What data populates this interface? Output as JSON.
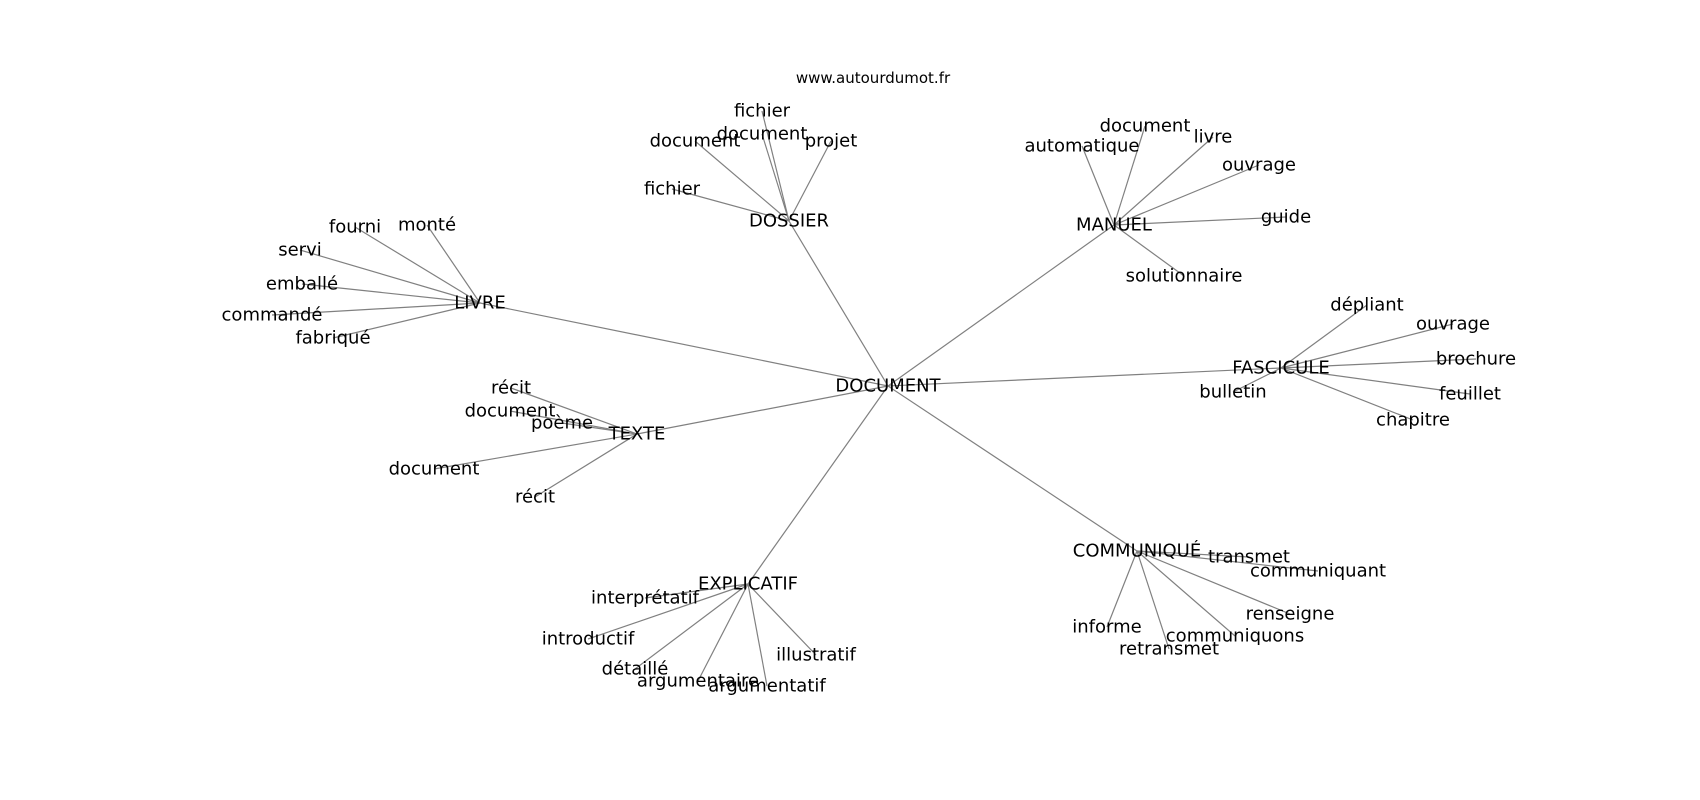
{
  "source": "www.autourdumot.fr",
  "root": "DOCUMENT",
  "clusters": [
    {
      "hub": "DOSSIER",
      "words": [
        "fichier",
        "document",
        "document",
        "projet",
        "fichier"
      ]
    },
    {
      "hub": "MANUEL",
      "words": [
        "document",
        "automatique",
        "livre",
        "ouvrage",
        "guide",
        "solutionnaire"
      ]
    },
    {
      "hub": "LIVRE",
      "words": [
        "fourni",
        "monté",
        "servi",
        "emballé",
        "commandé",
        "fabriqué"
      ]
    },
    {
      "hub": "FASCICULE",
      "words": [
        "dépliant",
        "ouvrage",
        "brochure",
        "bulletin",
        "feuillet",
        "chapitre"
      ]
    },
    {
      "hub": "TEXTE",
      "words": [
        "récit",
        "document",
        "poème",
        "document",
        "récit"
      ]
    },
    {
      "hub": "COMMUNIQUÉ",
      "words": [
        "transmet",
        "communiquant",
        "renseigne",
        "informe",
        "communiquons",
        "retransmet"
      ]
    },
    {
      "hub": "EXPLICATIF",
      "words": [
        "interprétatif",
        "introductif",
        "détaillé",
        "argumentaire",
        "argumentatif",
        "illustratif"
      ]
    }
  ]
}
